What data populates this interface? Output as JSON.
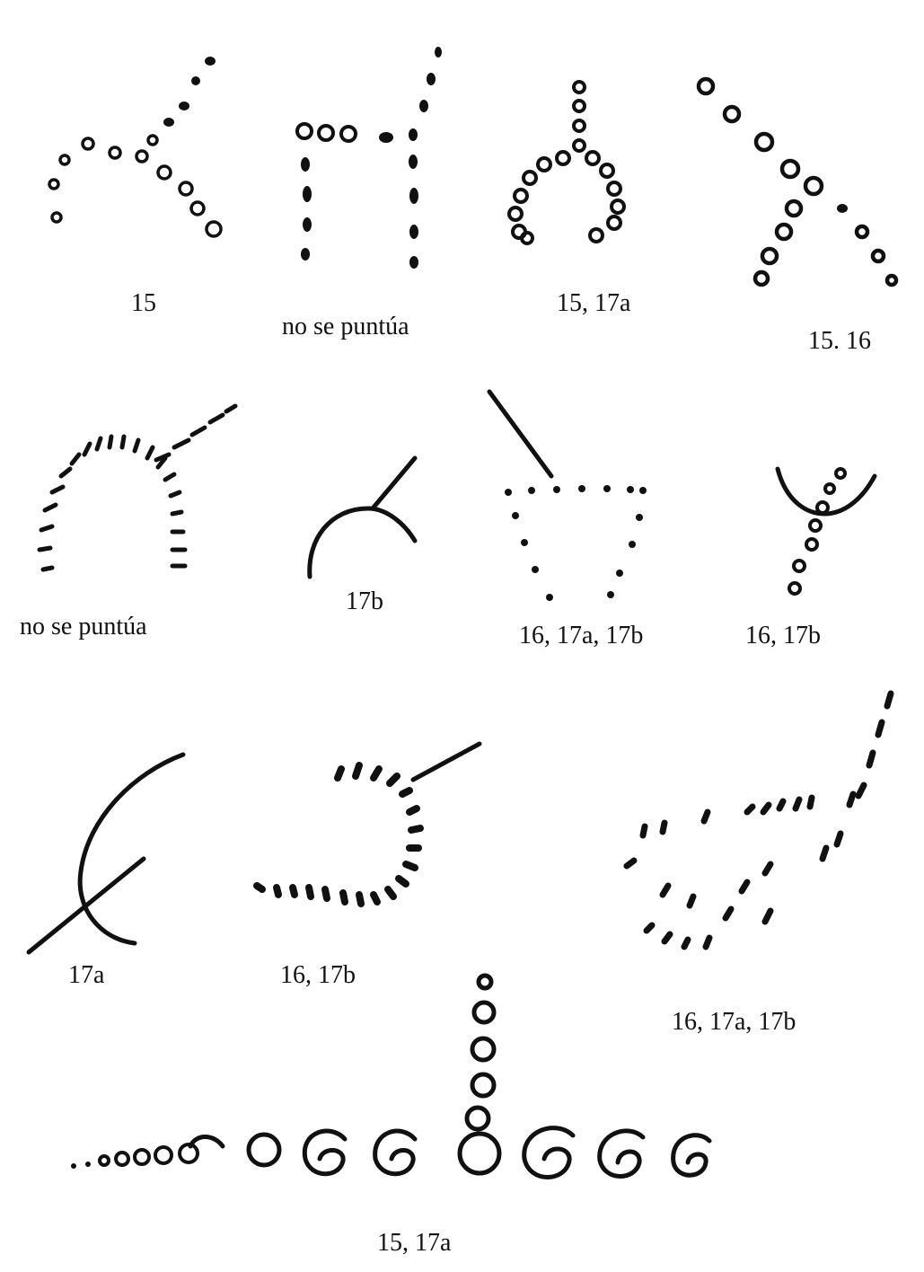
{
  "figures": [
    {
      "id": "f1",
      "label": "15"
    },
    {
      "id": "f2",
      "label": "no se puntúa"
    },
    {
      "id": "f3",
      "label": "15, 17a"
    },
    {
      "id": "f4",
      "label": "15. 16"
    },
    {
      "id": "f5",
      "label": "no se puntúa"
    },
    {
      "id": "f6",
      "label": "17b"
    },
    {
      "id": "f7",
      "label": "16, 17a, 17b"
    },
    {
      "id": "f8",
      "label": "16, 17b"
    },
    {
      "id": "f9",
      "label": "17a"
    },
    {
      "id": "f10",
      "label": "16, 17b"
    },
    {
      "id": "f11",
      "label": "16, 17a, 17b"
    },
    {
      "id": "f12",
      "label": "15, 17a"
    }
  ]
}
